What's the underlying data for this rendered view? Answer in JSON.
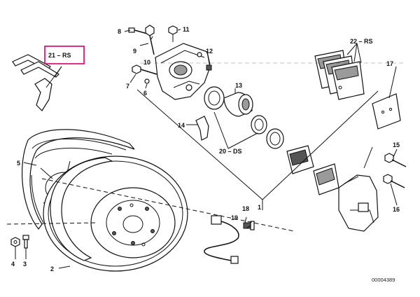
{
  "callouts": {
    "c1": "1",
    "c2": "2",
    "c3": "3",
    "c4": "4",
    "c5": "5",
    "c6": "6",
    "c7": "7",
    "c8": "8",
    "c9": "9",
    "c10": "10",
    "c11": "11",
    "c12": "12",
    "c13": "13",
    "c14": "14",
    "c15": "15",
    "c16": "16",
    "c17": "17",
    "c18": "18",
    "c19": "19",
    "c20": "20 – DS",
    "c21": "21 – RS",
    "c22": "22 – RS"
  },
  "catalog_number": "00004389",
  "highlight_color": "#d4006a"
}
